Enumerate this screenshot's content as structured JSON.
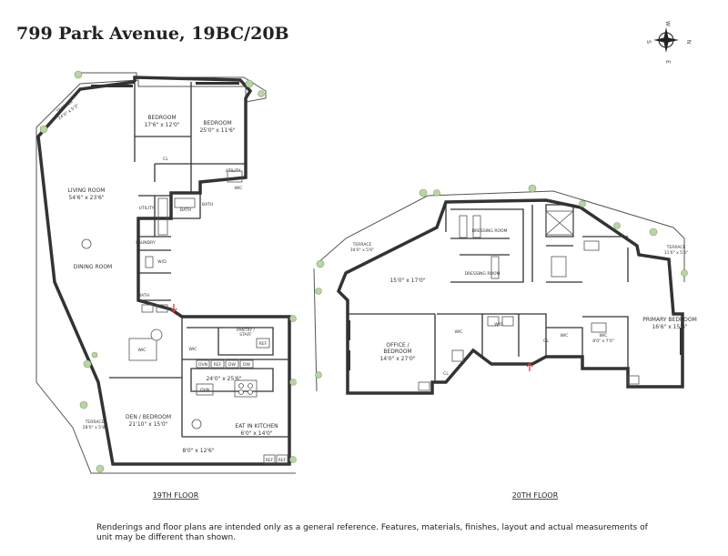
{
  "title": "799 Park Avenue, 19BC/20B",
  "disclaimer": "Renderings and floor plans are intended only as a general reference. Features, materials, finishes, layout and actual measurements of unit may be different than shown.",
  "compass": {
    "w": "W",
    "n": "N",
    "s": "S",
    "e": "E"
  },
  "floor19": {
    "label": "19TH FLOOR",
    "rooms": {
      "terrace_top_name": "TERRACE",
      "terrace_top_dim": "24'0\" x 5'3\"",
      "bedroom1_name": "BEDROOM",
      "bedroom1_dim": "17'6\" x 12'0\"",
      "bedroom2_name": "BEDROOM",
      "bedroom2_dim": "25'0\" x 11'6\"",
      "cl1": "CL",
      "utility1": "UTILITY",
      "wic1": "WIC",
      "living_name": "LIVING ROOM",
      "living_dim": "54'6\" x 23'6\"",
      "utility2": "UTILITY",
      "bath1": "BATH",
      "bath2": "BATH",
      "laundry": "LAUNDRY",
      "wd": "W/D",
      "dining": "DINING ROOM",
      "bath3": "BATH",
      "pantry_name": "PANTRY /",
      "pantry_name2": "STAFF",
      "ref1": "REF",
      "wic2": "WIC",
      "wic3": "WIC",
      "ovn1": "OVN",
      "ref2": "REF",
      "dw1": "DW",
      "dw2": "DW",
      "kitchen_dim": "24'0\" x 25'6\"",
      "ovn2": "OVN",
      "den_name": "DEN / BEDROOM",
      "den_dim": "21'10\" x 15'0\"",
      "terrace_left_name": "TERRACE",
      "terrace_left_dim": "28'0\" x 5'8\"",
      "eik_name": "EAT IN KITCHEN",
      "eik_dim": "6'0\" x 14'0\"",
      "bottom_dim": "8'0\" x 12'6\"",
      "ref3": "REF",
      "ref4": "REF"
    }
  },
  "floor20": {
    "label": "20TH FLOOR",
    "rooms": {
      "terrace_left_name": "TERRACE",
      "terrace_left_dim": "34'0\" x 5'6\"",
      "dressing1": "DRESSING ROOM",
      "dressing2": "DRESSING ROOM",
      "terrace_right_name": "TERRACE",
      "terrace_right_dim": "11'6\" x 5'6\"",
      "main_dim": "15'0\" x 17'0\"",
      "wic1": "WIC",
      "wd": "W/D",
      "cl1": "CL",
      "wic2": "WIC",
      "wic3": "WIC",
      "wic3_dim": "8'0\" x 7'0\"",
      "primary_name": "PRIMARY BEDROOM",
      "primary_dim": "16'6\" x 15'6\"",
      "office_name": "OFFICE /",
      "office_name2": "BEDROOM",
      "office_dim": "14'0\" x 27'0\"",
      "cl2": "CL"
    }
  }
}
